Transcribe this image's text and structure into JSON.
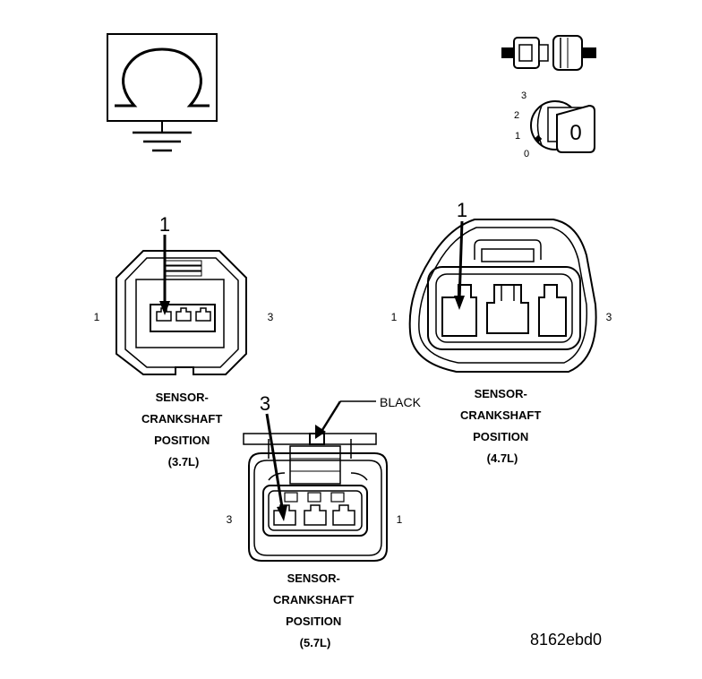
{
  "ohmmeter": {
    "symbol": "Ω"
  },
  "ignition_switch": {
    "positions": [
      "3",
      "2",
      "1",
      "0"
    ],
    "key_label": "0"
  },
  "connector_37": {
    "callout": "1",
    "pin_left": "1",
    "pin_right": "3",
    "label_line1": "SENSOR-",
    "label_line2": "CRANKSHAFT",
    "label_line3": "POSITION",
    "label_line4": "(3.7L)"
  },
  "connector_47": {
    "callout": "1",
    "pin_left": "1",
    "pin_right": "3",
    "label_line1": "SENSOR-",
    "label_line2": "CRANKSHAFT",
    "label_line3": "POSITION",
    "label_line4": "(4.7L)"
  },
  "connector_57": {
    "callout": "3",
    "pin_left": "3",
    "pin_right": "1",
    "color_callout": "BLACK",
    "label_line1": "SENSOR-",
    "label_line2": "CRANKSHAFT",
    "label_line3": "POSITION",
    "label_line4": "(5.7L)"
  },
  "figure_ref": "8162ebd0"
}
